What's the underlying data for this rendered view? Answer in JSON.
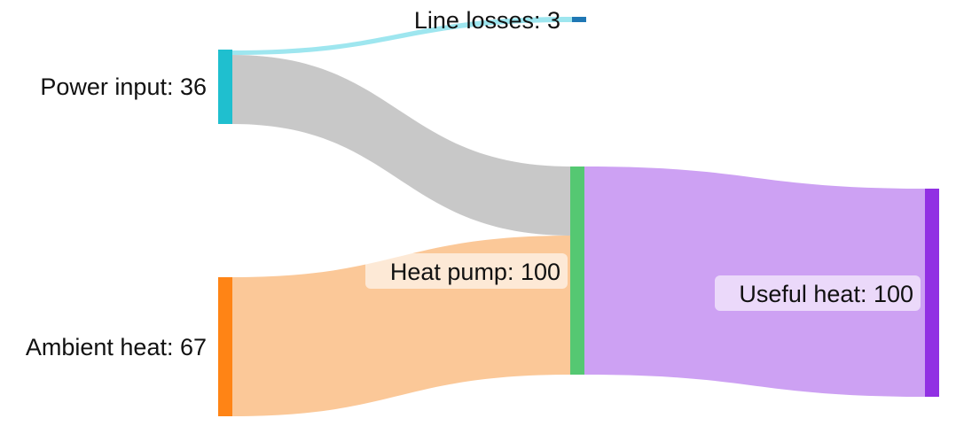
{
  "chart_data": {
    "type": "sankey",
    "nodes": [
      {
        "id": "power_input",
        "label": "Power input: 36",
        "color": "#1fbfcf"
      },
      {
        "id": "ambient_heat",
        "label": "Ambient heat: 67",
        "color": "#ff8415"
      },
      {
        "id": "line_losses",
        "label": "Line losses: 3",
        "color": "#1f77b4"
      },
      {
        "id": "heat_pump",
        "label": "Heat pump: 100",
        "color": "#55c872"
      },
      {
        "id": "useful_heat",
        "label": "Useful heat: 100",
        "color": "#9130e3"
      }
    ],
    "links": [
      {
        "source": "power_input",
        "target": "line_losses",
        "value": 3,
        "color": "#9ee6ef"
      },
      {
        "source": "power_input",
        "target": "heat_pump",
        "value": 33,
        "color": "#c8c8c8"
      },
      {
        "source": "ambient_heat",
        "target": "heat_pump",
        "value": 67,
        "color": "#fbc898"
      },
      {
        "source": "heat_pump",
        "target": "useful_heat",
        "value": 100,
        "color": "#cda1f3"
      }
    ]
  }
}
